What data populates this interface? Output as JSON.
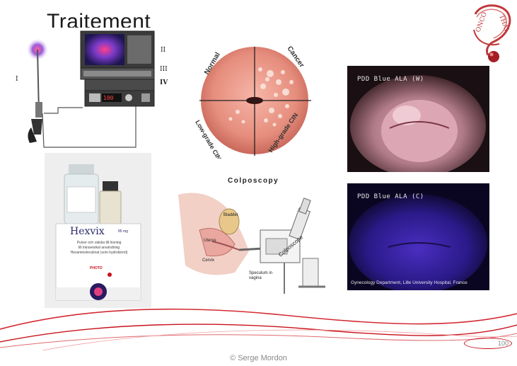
{
  "slide": {
    "title": "Traitement",
    "page_number": "100",
    "footer": "© Serge Mordon"
  },
  "logo": {
    "text": "ONCO-THAI",
    "color": "#c0393b"
  },
  "device": {
    "labels": [
      "I",
      "II",
      "III",
      "IV"
    ],
    "screen_display": "100"
  },
  "colposcopy_diagram": {
    "quadrants": [
      "Normal",
      "Cancer",
      "Low-grade CIN",
      "High-grade CIN"
    ]
  },
  "colposcope_illustration": {
    "title": "Colposcopy",
    "labels": [
      "Colposcope",
      "Speculum in vagina",
      "Cervix",
      "Uterus",
      "Bladder"
    ]
  },
  "photo_white": {
    "label": "PDD Blue ALA (W)"
  },
  "photo_blue": {
    "label": "PDD Blue ALA (C)",
    "credit": "Gynecology Department, Lille University Hospital, France"
  },
  "hexvix": {
    "brand": "Hexvix",
    "dose": "85 mg",
    "line1": "Pulver och vätska till lösning",
    "line2": "till intravesikal användning",
    "line3": "Hexaminolevulinat (som hydroklorid)",
    "maker": "PHOTO"
  }
}
